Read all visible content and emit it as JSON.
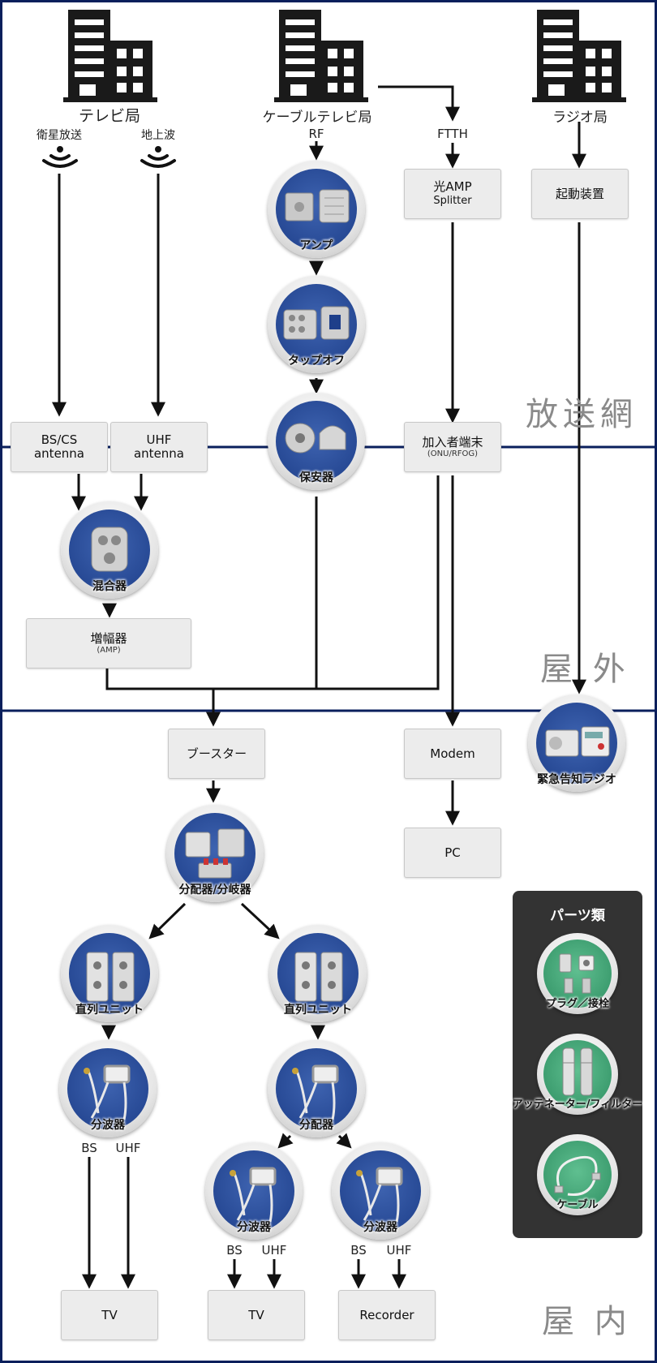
{
  "stations": {
    "tv": "テレビ局",
    "cable": "ケーブルテレビ局",
    "radio": "ラジオ局"
  },
  "signals": {
    "satellite": "衛星放送",
    "terrestrial": "地上波",
    "rf": "RF",
    "ftth": "FTTH"
  },
  "boxes": {
    "optical_amp_line1": "光AMP",
    "optical_amp_line2": "Splitter",
    "startup": "起動装置",
    "bs_cs_line1": "BS/CS",
    "bs_cs_line2": "antenna",
    "uhf_line1": "UHF",
    "uhf_line2": "antenna",
    "subscriber_line1": "加入者端末",
    "subscriber_line2": "(ONU/RFOG)",
    "amp_line1": "増幅器",
    "amp_line2": "(AMP)",
    "booster": "ブースター",
    "modem": "Modem",
    "pc": "PC",
    "tv_left": "TV",
    "tv_mid": "TV",
    "recorder": "Recorder"
  },
  "devices": {
    "amp": "アンプ",
    "tapoff": "タップオフ",
    "protector": "保安器",
    "mixer": "混合器",
    "divider_brancher": "分配器/分岐器",
    "serial_unit_left": "直列ユニット",
    "serial_unit_right": "直列ユニット",
    "wave_splitter_left": "分波器",
    "divider_right": "分配器",
    "wave_splitter_a": "分波器",
    "wave_splitter_b": "分波器",
    "emergency_radio": "緊急告知ラジオ"
  },
  "outputs": {
    "bs": "BS",
    "uhf": "UHF"
  },
  "zones": {
    "network": "放送網",
    "outdoor": "屋 外",
    "indoor": "屋 内"
  },
  "parts": {
    "title": "パーツ類",
    "items": [
      "プラグ／接栓",
      "アッテネーター/フィルター",
      "ケーブル"
    ]
  },
  "colors": {
    "border_navy": "#0a1f5c",
    "device_blue": "#1e3f8a",
    "parts_green": "#2f8f62",
    "panel_dark": "#333333"
  }
}
